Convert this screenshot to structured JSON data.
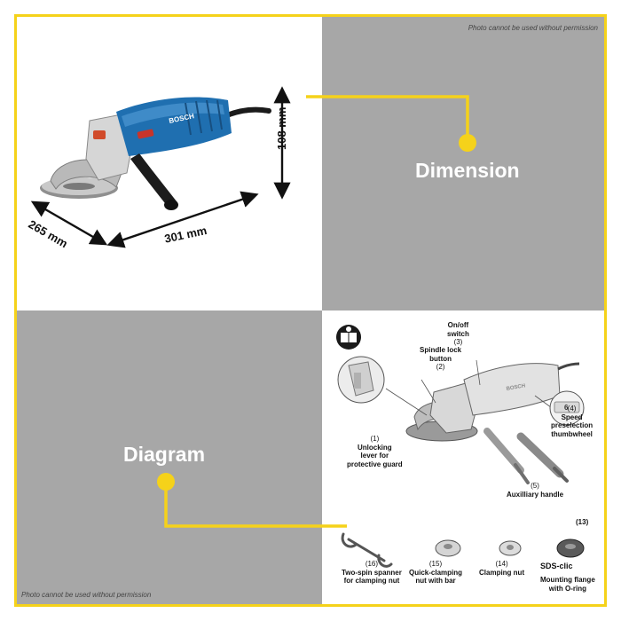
{
  "watermark": {
    "top": "Photo cannot be used without permission",
    "bottom": "Photo cannot be used without permission"
  },
  "sections": {
    "dimension": "Dimension",
    "diagram": "Diagram"
  },
  "dimensions": {
    "height": "108 mm",
    "depth": "265 mm",
    "length": "301 mm"
  },
  "product": {
    "brand": "BOSCH"
  },
  "diagram": {
    "parts": [
      {
        "num": "(1)",
        "lines": [
          "Unlocking",
          "lever for",
          "protective guard"
        ]
      },
      {
        "num": "(2)",
        "lines": [
          "Spindle lock",
          "button"
        ]
      },
      {
        "num": "(3)",
        "lines": [
          "On/off",
          "switch"
        ]
      },
      {
        "num": "(4)",
        "lines": [
          "Speed",
          "preselection",
          "thumbwheel"
        ]
      },
      {
        "num": "(5)",
        "lines": [
          "Auxilliary handle"
        ]
      }
    ],
    "dial_value": "6",
    "accessories": [
      {
        "num": "(16)",
        "lines": [
          "Two-spin spanner",
          "for clamping nut"
        ]
      },
      {
        "num": "(15)",
        "lines": [
          "Quick-clamping",
          "nut with bar"
        ]
      },
      {
        "num": "(14)",
        "lines": [
          "Clamping nut"
        ]
      },
      {
        "num": "(13)",
        "brand": "SDS-clic",
        "lines": [
          "Mounting flange",
          "with O-ring"
        ]
      }
    ]
  },
  "colors": {
    "accent_yellow": "#f5d21a",
    "panel_gray": "#a7a7a7",
    "tool_blue": "#1f6fb0"
  }
}
